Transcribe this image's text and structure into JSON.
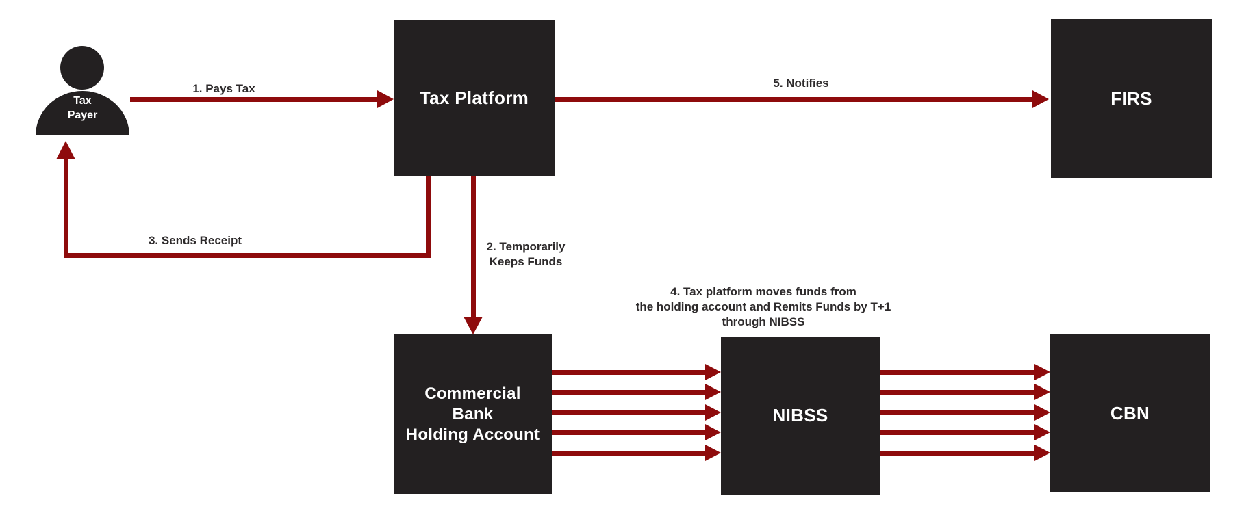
{
  "diagram": {
    "background_color": "#ffffff",
    "node_color": "#232021",
    "arrow_color": "#8e0b0c",
    "label_color": "#2d2a2b",
    "nodes": {
      "tax_payer": {
        "line1": "Tax",
        "line2": "Payer"
      },
      "tax_platform": {
        "label": "Tax Platform"
      },
      "firs": {
        "label": "FIRS"
      },
      "commercial_bank": {
        "line1": "Commercial",
        "line2": "Bank",
        "line3": "Holding Account"
      },
      "nibss": {
        "label": "NIBSS"
      },
      "cbn": {
        "label": "CBN"
      }
    },
    "edges": {
      "pays_tax": {
        "label": "1. Pays Tax"
      },
      "keeps_funds": {
        "line1": "2. Temporarily",
        "line2": "Keeps Funds"
      },
      "sends_receipt": {
        "label": "3. Sends Receipt"
      },
      "remits_funds": {
        "line1": "4. Tax platform moves funds from",
        "line2": "the holding account and Remits Funds by T+1",
        "line3": "through NIBSS"
      },
      "notifies": {
        "label": "5. Notifies"
      }
    }
  }
}
